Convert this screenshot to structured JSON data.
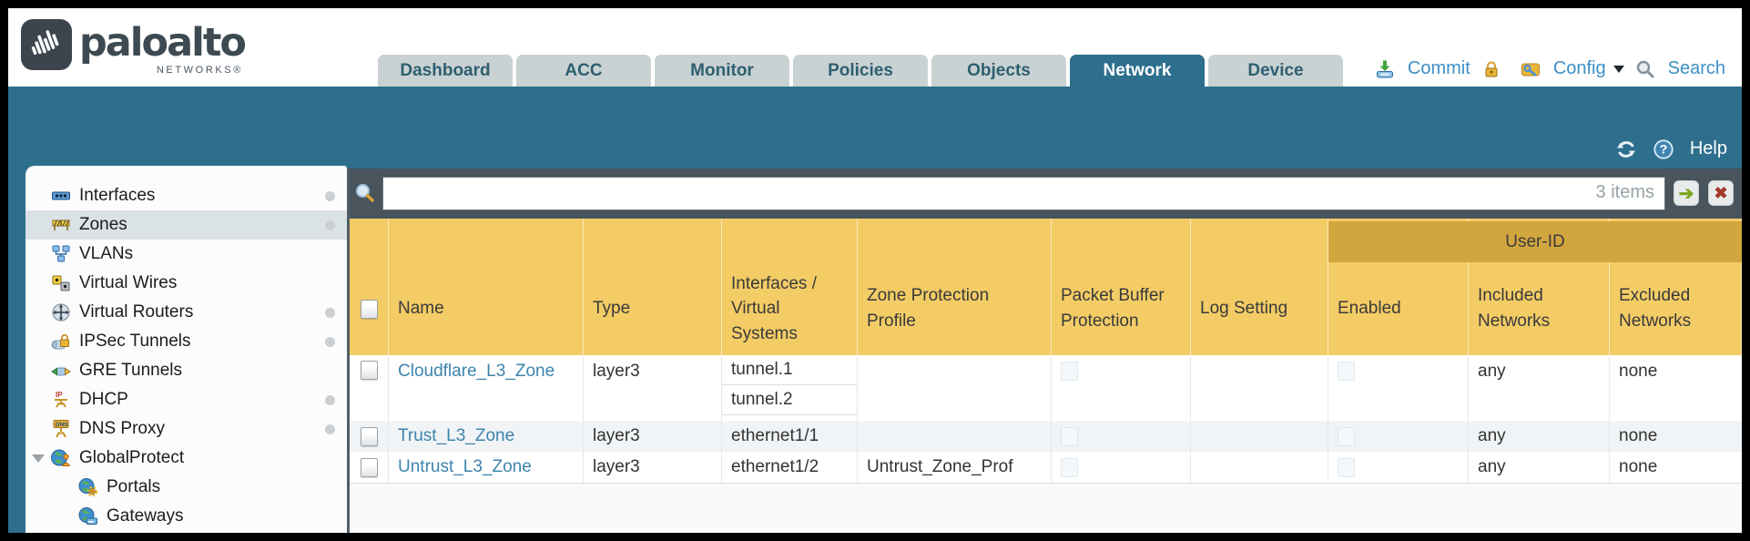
{
  "header": {
    "logo": {
      "brand": "paloalto",
      "sub": "NETWORKS®"
    },
    "tabs": [
      {
        "label": "Dashboard",
        "active": false
      },
      {
        "label": "ACC",
        "active": false
      },
      {
        "label": "Monitor",
        "active": false
      },
      {
        "label": "Policies",
        "active": false
      },
      {
        "label": "Objects",
        "active": false
      },
      {
        "label": "Network",
        "active": true
      },
      {
        "label": "Device",
        "active": false
      }
    ],
    "actions": {
      "commit": "Commit",
      "config": "Config",
      "search": "Search"
    }
  },
  "toolbar": {
    "help": "Help"
  },
  "sidebar": {
    "items": [
      {
        "label": "Interfaces",
        "dot": true,
        "selected": false
      },
      {
        "label": "Zones",
        "dot": true,
        "selected": true
      },
      {
        "label": "VLANs",
        "dot": false,
        "selected": false
      },
      {
        "label": "Virtual Wires",
        "dot": false,
        "selected": false
      },
      {
        "label": "Virtual Routers",
        "dot": true,
        "selected": false
      },
      {
        "label": "IPSec Tunnels",
        "dot": true,
        "selected": false
      },
      {
        "label": "GRE Tunnels",
        "dot": false,
        "selected": false
      },
      {
        "label": "DHCP",
        "dot": true,
        "selected": false
      },
      {
        "label": "DNS Proxy",
        "dot": true,
        "selected": false
      },
      {
        "label": "GlobalProtect",
        "dot": false,
        "selected": false,
        "expanded": true,
        "children": [
          {
            "label": "Portals"
          },
          {
            "label": "Gateways"
          }
        ]
      }
    ]
  },
  "search": {
    "value": "",
    "count_label": "3 items"
  },
  "table": {
    "group_header": "User-ID",
    "columns": [
      "Name",
      "Type",
      "Interfaces / Virtual Systems",
      "Zone Protection Profile",
      "Packet Buffer Protection",
      "Log Setting",
      "Enabled",
      "Included Networks",
      "Excluded Networks"
    ],
    "rows": [
      {
        "name": "Cloudflare_L3_Zone",
        "type": "layer3",
        "interfaces": [
          "tunnel.1",
          "tunnel.2"
        ],
        "zone_protection_profile": "",
        "log_setting": "",
        "included_networks": "any",
        "excluded_networks": "none"
      },
      {
        "name": "Trust_L3_Zone",
        "type": "layer3",
        "interfaces": [
          "ethernet1/1"
        ],
        "zone_protection_profile": "",
        "log_setting": "",
        "included_networks": "any",
        "excluded_networks": "none"
      },
      {
        "name": "Untrust_L3_Zone",
        "type": "layer3",
        "interfaces": [
          "ethernet1/2"
        ],
        "zone_protection_profile": "Untrust_Zone_Prof",
        "log_setting": "",
        "included_networks": "any",
        "excluded_networks": "none"
      }
    ]
  },
  "icons": {
    "help_q": "?",
    "go_arrow": "➔",
    "clear_x": "✖",
    "ip_label": "IP",
    "dns_label": "DNS"
  },
  "colors": {
    "teal": "#2E6F8E",
    "slate": "#49545C",
    "header_amber": "#F3CC66",
    "userid_band": "#D2A63E",
    "link_blue": "#3D84AC",
    "action_blue": "#3D8FC6",
    "tab_inactive": "#C9D2D3",
    "sidebar_selected": "#DBE2E6"
  }
}
